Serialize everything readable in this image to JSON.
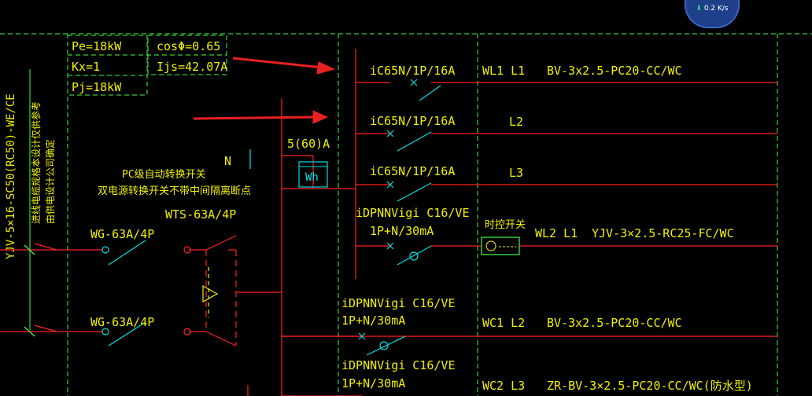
{
  "params": {
    "pe": "Pe=18kW",
    "kx": "Kx=1",
    "pj": "Pj=18kW",
    "cos": "cosΦ=0.65",
    "ijs": "Ijs=42.07A"
  },
  "incoming": {
    "cable": "YJV-5×16-SC50(RC50)-WE/CE",
    "note_line1": "进线电缆规格本设计仅供参考",
    "note_line2": "由供电设计公司确定"
  },
  "switches": {
    "wg1": "WG-63A/4P",
    "wg2": "WG-63A/4P",
    "ats_note1": "PC级自动转换开关",
    "ats_note2": "双电源转换开关不带中间隔离断点",
    "wts": "WTS-63A/4P",
    "neutral": "N"
  },
  "meter": {
    "rating": "5(60)A",
    "label": "Wh"
  },
  "branches": [
    {
      "breaker": "iC65N/1P/16A",
      "circuit": "WL1 L1",
      "cable": "BV-3x2.5-PC20-CC/WC"
    },
    {
      "breaker": "iC65N/1P/16A",
      "circuit": "L2",
      "cable": ""
    },
    {
      "breaker": "iC65N/1P/16A",
      "circuit": "L3",
      "cable": ""
    },
    {
      "breaker": "iDPNNVigi C16/VE",
      "breaker2": "1P+N/30mA",
      "timer": "时控开关",
      "circuit": "WL2 L1",
      "cable": "YJV-3×2.5-RC25-FC/WC"
    },
    {
      "breaker": "iDPNNVigi C16/VE",
      "breaker2": "1P+N/30mA",
      "circuit": "WC1 L2",
      "cable": "BV-3x2.5-PC20-CC/WC"
    },
    {
      "breaker": "iDPNNVigi C16/VE",
      "breaker2": "1P+N/30mA",
      "circuit": "WC2 L3",
      "cable": "ZR-BV-3×2.5-PC20-CC/WC(防水型)"
    }
  ],
  "network": {
    "speed": "0.2 K/s"
  },
  "colors": {
    "background": "#000000",
    "text": "#f0f000",
    "wire": "#ff2020",
    "symbol": "#00e0e0",
    "dashed": "#40ff40",
    "arrow": "#e82020"
  }
}
